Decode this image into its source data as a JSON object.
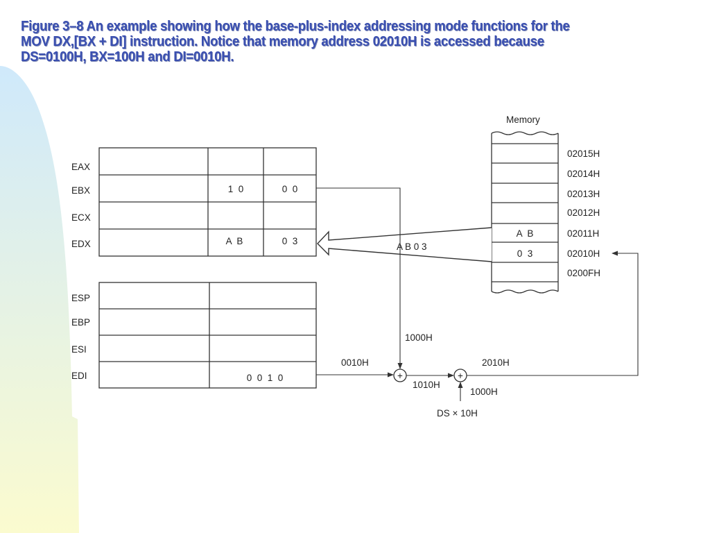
{
  "title": {
    "line1": "Figure 3–8  An example showing how the base-plus-index addressing mode functions for the",
    "line2": "MOV DX,[BX + DI] instruction. Notice that memory address 02010H is accessed because",
    "line3": "DS=0100H, BX=100H and DI=0010H."
  },
  "colors": {
    "title": "#3a4fb0",
    "background_gradient_top": "#cfe9fb",
    "background_gradient_bottom": "#fbfbcf",
    "line": "#333333"
  },
  "registers_top": [
    {
      "name": "EAX",
      "hi": "",
      "lo": ""
    },
    {
      "name": "EBX",
      "hi": "1  0",
      "lo": "0  0"
    },
    {
      "name": "ECX",
      "hi": "",
      "lo": ""
    },
    {
      "name": "EDX",
      "hi": "A  B",
      "lo": "0  3"
    }
  ],
  "registers_bottom": [
    {
      "name": "ESP",
      "value": ""
    },
    {
      "name": "EBP",
      "value": ""
    },
    {
      "name": "ESI",
      "value": ""
    },
    {
      "name": "EDI",
      "value": "0  0  1  0"
    }
  ],
  "memory": {
    "label": "Memory",
    "rows": [
      {
        "address": "02015H",
        "value": ""
      },
      {
        "address": "02014H",
        "value": ""
      },
      {
        "address": "02013H",
        "value": ""
      },
      {
        "address": "02012H",
        "value": ""
      },
      {
        "address": "02011H",
        "value": "A  B"
      },
      {
        "address": "02010H",
        "value": "0  3"
      },
      {
        "address": "0200FH",
        "value": ""
      }
    ]
  },
  "labels": {
    "transfer": "A B 0 3",
    "bx_value": "1000H",
    "di_value": "0010H",
    "sum1": "1010H",
    "sum2": "2010H",
    "ds_value": "1000H",
    "ds_label": "DS × 10H",
    "plus": "+"
  }
}
